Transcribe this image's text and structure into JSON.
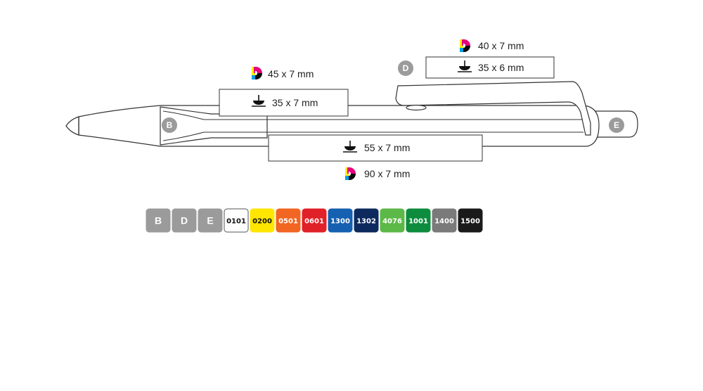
{
  "zones": {
    "b": "B",
    "d": "D",
    "e": "E"
  },
  "print_areas": {
    "digital_b": "45 x 7 mm",
    "pad_b": "35 x 7 mm",
    "digital_d": "40 x 7 mm",
    "pad_d": "35 x 6 mm",
    "pad_barrel": "55 x 7 mm",
    "digital_barrel": "90 x 7 mm"
  },
  "swatches": [
    {
      "label": "B",
      "color": "#9b9b9b",
      "text_color": "#ffffff",
      "kind": "zone"
    },
    {
      "label": "D",
      "color": "#9b9b9b",
      "text_color": "#ffffff",
      "kind": "zone"
    },
    {
      "label": "E",
      "color": "#9b9b9b",
      "text_color": "#ffffff",
      "kind": "zone"
    },
    {
      "label": "0101",
      "color": "#ffffff",
      "text_color": "#111111",
      "kind": "color"
    },
    {
      "label": "0200",
      "color": "#ffe600",
      "text_color": "#111111",
      "kind": "color"
    },
    {
      "label": "0501",
      "color": "#f26522",
      "text_color": "#ffffff",
      "kind": "color"
    },
    {
      "label": "0601",
      "color": "#e02128",
      "text_color": "#ffffff",
      "kind": "color"
    },
    {
      "label": "1300",
      "color": "#1560b0",
      "text_color": "#ffffff",
      "kind": "color"
    },
    {
      "label": "1302",
      "color": "#0d2a5e",
      "text_color": "#ffffff",
      "kind": "color"
    },
    {
      "label": "4076",
      "color": "#5cb847",
      "text_color": "#ffffff",
      "kind": "color"
    },
    {
      "label": "1001",
      "color": "#0e8c3e",
      "text_color": "#ffffff",
      "kind": "color"
    },
    {
      "label": "1400",
      "color": "#7a7a7a",
      "text_color": "#ffffff",
      "kind": "color"
    },
    {
      "label": "1500",
      "color": "#1a1a1a",
      "text_color": "#ffffff",
      "kind": "color"
    }
  ],
  "icons": {
    "digital": "digital-print-icon",
    "pad": "pad-print-icon"
  }
}
